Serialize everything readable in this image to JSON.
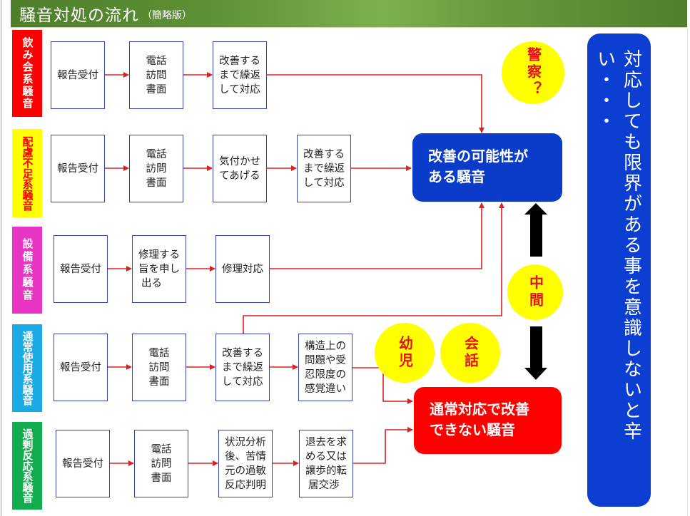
{
  "header": {
    "title": "騒音対処の流れ",
    "subtitle": "（簡略版）"
  },
  "categories": [
    {
      "label": "飲み会系騒音",
      "color": "#ff0000",
      "text_color": "#ffffff"
    },
    {
      "label": "配慮不足系騒音",
      "color": "#ffff00",
      "text_color": "#ff0000"
    },
    {
      "label": "設備系騒音",
      "color": "#e935c3",
      "text_color": "#ffffff"
    },
    {
      "label": "通常使用系騒音",
      "color": "#1aabe6",
      "text_color": "#ffffff"
    },
    {
      "label": "過剰反応系騒音",
      "color": "#12ad4f",
      "text_color": "#ffffff"
    }
  ],
  "rows": [
    {
      "steps": [
        "報告受付",
        "電話\n訪問\n書面",
        "改善する\nまで繰返\nして対応"
      ]
    },
    {
      "steps": [
        "報告受付",
        "電話\n訪問\n書面",
        "気付かせ\nてあげる",
        "改善する\nまで繰返\nして対応"
      ]
    },
    {
      "steps": [
        "報告受付",
        "修理する\n旨を申し\n 出る",
        "修理対応"
      ]
    },
    {
      "steps": [
        "報告受付",
        "電話\n訪問\n書面",
        "改善する\nまで繰返\nして対応",
        "構造上の\n問題や受\n忍限度の\n感覚違い"
      ]
    },
    {
      "steps": [
        "報告受付",
        "電話\n訪問\n書面",
        "状況分析\n後、苦情\n元の過敏\n反応判明",
        "退去を求\nめる又は\n譲歩的転\n 居交渉"
      ]
    }
  ],
  "outcomes": {
    "improvable": {
      "label": "改善の可能性が\nある騒音",
      "color": "#0b3cc9"
    },
    "not_improvable": {
      "label": "通常対応で改善\nできない騒音",
      "color": "#ff0000"
    }
  },
  "badges": {
    "police": "警察？",
    "middle": "中間",
    "infant": "幼児",
    "conversation": "会話"
  },
  "side_banner": {
    "text": "対応しても限界がある事を意識しないと辛い・・・"
  },
  "colors": {
    "connector": "#e02020",
    "step_border": "#3344b0",
    "badge_fill": "#ffff00",
    "badge_text": "#e4141a",
    "banner": "#0b3ed1",
    "double_arrow": "#000000"
  }
}
